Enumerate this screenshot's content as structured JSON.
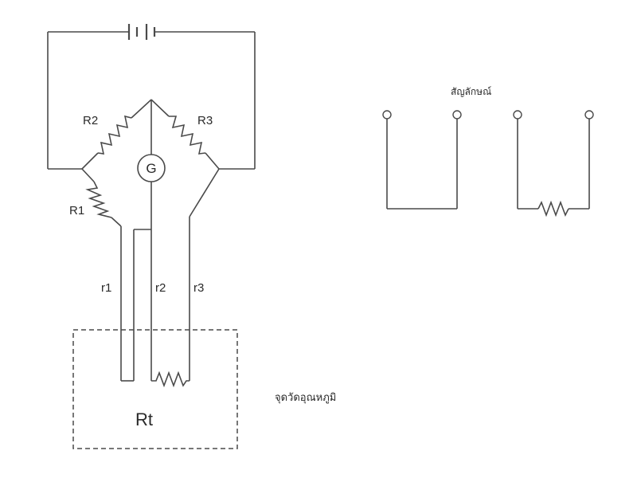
{
  "diagram": {
    "labels": {
      "r2_upper": "R2",
      "r3_upper": "R3",
      "r1_upper": "R1",
      "galvanometer": "G",
      "r1_lower": "r1",
      "r2_lower": "r2",
      "r3_lower": "r3",
      "rt": "Rt",
      "sensing_point": "จุดวัดอุณหภูมิ"
    },
    "legend": {
      "title": "สัญลักษณ์"
    }
  }
}
